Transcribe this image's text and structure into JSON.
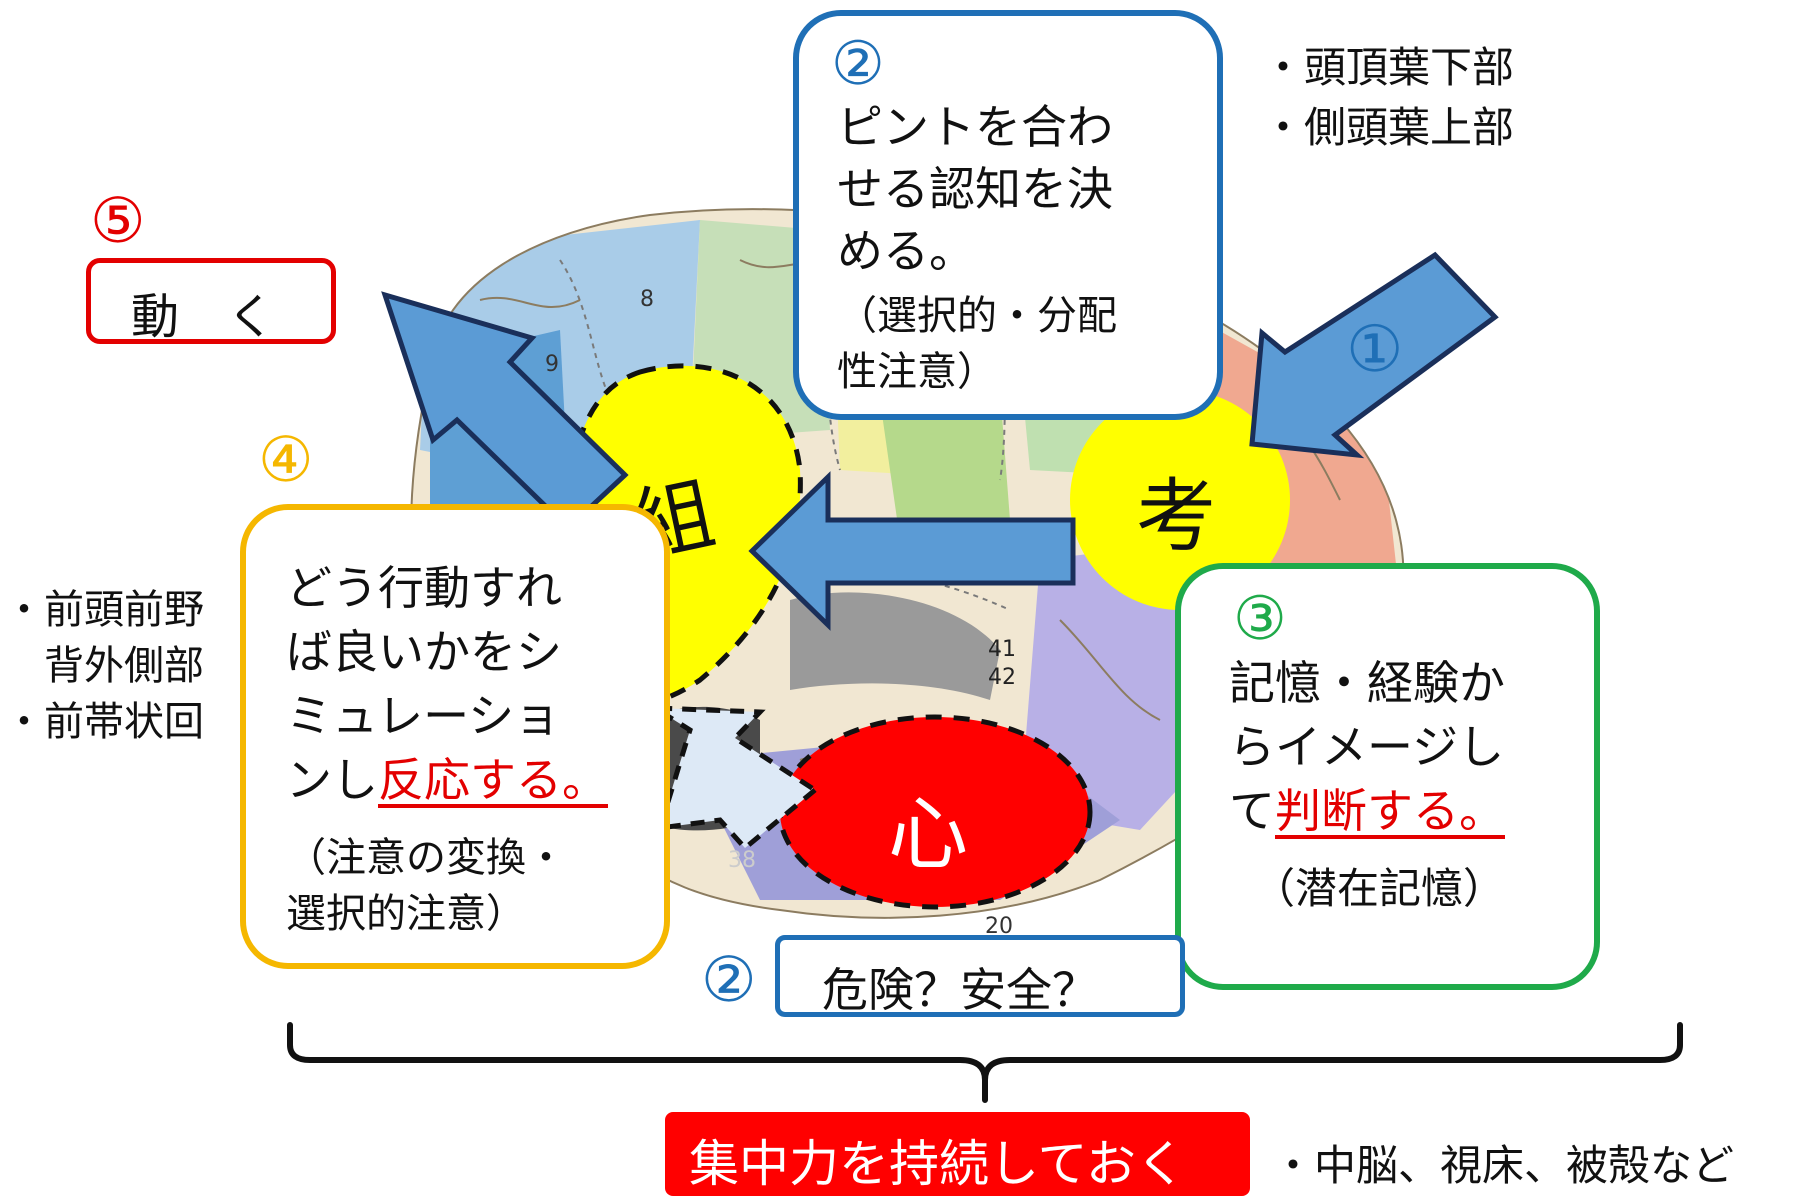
{
  "colors": {
    "blue_box": "#1f6fb6",
    "green_box": "#1faa4a",
    "yellow_box": "#f5b700",
    "red": "#e30000",
    "arrow_fill": "#5b9bd5",
    "arrow_stroke": "#1a2f5a",
    "yellow_blob": "#ffff00",
    "heart": "#ff0000"
  },
  "brain_regions": [
    "8",
    "9",
    "41",
    "42",
    "20",
    "38"
  ],
  "top_right_list": [
    "・頭頂葉下部",
    "・側頭葉上部"
  ],
  "left_list": [
    "・前頭前野",
    "　背外側部",
    "・前帯状回"
  ],
  "step1": {
    "number": "①"
  },
  "step2_top": {
    "number": "②",
    "lines": [
      "ピントを合わ",
      "せる認知を決",
      "める。"
    ],
    "note_lines": [
      "（選択的・分配",
      "性注意）"
    ]
  },
  "step2_bottom": {
    "number": "②",
    "label": "危険？安全？"
  },
  "step3": {
    "number": "③",
    "lines": [
      "記憶・経験か",
      "らイメージし"
    ],
    "line3_prefix": "て",
    "line3_highlight": "判断する。",
    "note": "（潜在記憶）"
  },
  "step4": {
    "number": "④",
    "lines": [
      "どう行動すれ",
      "ば良いかをシ",
      "ミュレーショ"
    ],
    "line4_prefix": "ンし",
    "line4_highlight": "反応する。",
    "note_lines": [
      "（注意の変換・",
      "選択的注意）"
    ]
  },
  "step5": {
    "number": "⑤",
    "label": "動　く"
  },
  "blob_labels": {
    "kumi": "組",
    "kou": "考",
    "kokoro": "心"
  },
  "bottom": {
    "label": "集中力を持続しておく",
    "note": "・中脳、視床、被殻など"
  }
}
